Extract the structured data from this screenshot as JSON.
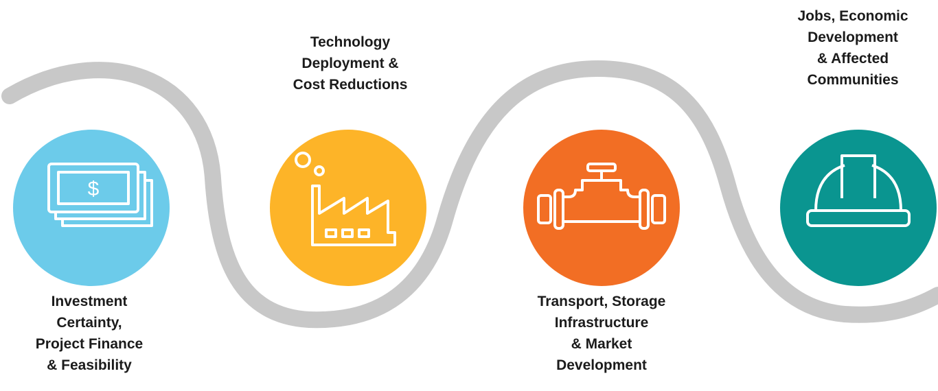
{
  "colors": {
    "wave": "#c8c8c8",
    "investment": "#6ccbea",
    "technology": "#fdb428",
    "transport": "#f26e24",
    "jobs": "#0a9590",
    "text": "#1b1b1b"
  },
  "steps": [
    {
      "icon": "money-stack-icon",
      "label_lines": [
        "Investment",
        "Certainty,",
        "Project Finance",
        "& Feasibility"
      ],
      "symbol": "$"
    },
    {
      "icon": "factory-icon",
      "label_lines": [
        "Technology",
        "Deployment &",
        "Cost Reductions"
      ]
    },
    {
      "icon": "pipeline-valve-icon",
      "label_lines": [
        "Transport, Storage",
        "Infrastructure",
        "& Market",
        "Development"
      ]
    },
    {
      "icon": "hard-hat-icon",
      "label_lines": [
        "Jobs, Economic",
        "Development",
        "& Affected",
        "Communities"
      ]
    }
  ]
}
